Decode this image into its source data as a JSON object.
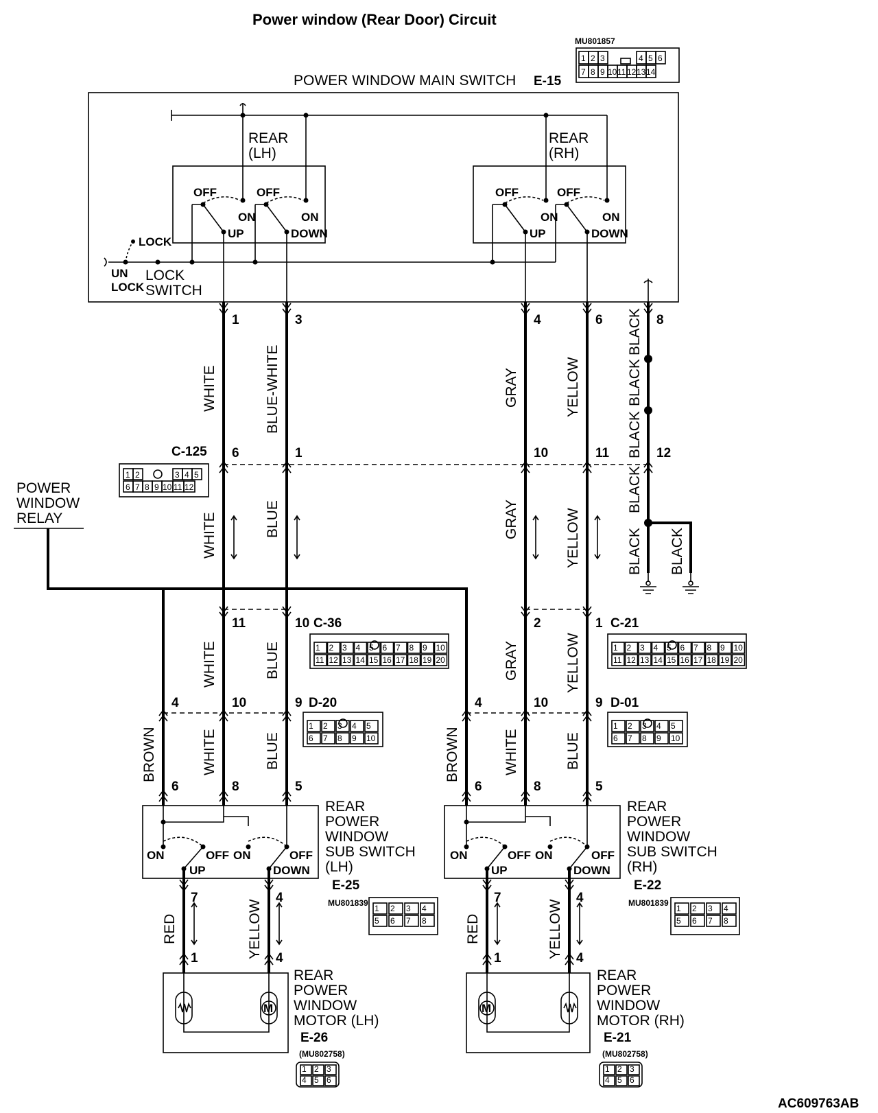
{
  "title": "Power window (Rear Door) Circuit",
  "figure_id": "AC609763AB",
  "main_switch": {
    "label": "POWER WINDOW MAIN SWITCH",
    "code": "E-15",
    "part_no": "MU801857",
    "rear_lh": "REAR",
    "rear_lh_side": "(LH)",
    "rear_rh": "REAR",
    "rear_rh_side": "(RH)",
    "off": "OFF",
    "on": "ON",
    "up": "UP",
    "down": "DOWN",
    "lock": "LOCK",
    "unlock_1": "UN",
    "unlock_2": "LOCK",
    "lock_switch_1": "LOCK",
    "lock_switch_2": "SWITCH",
    "pins": [
      "1",
      "3",
      "4",
      "6",
      "8"
    ],
    "connector_cells": [
      "1",
      "2",
      "3",
      "4",
      "5",
      "6",
      "7",
      "8",
      "9",
      "10",
      "11",
      "12",
      "13",
      "14"
    ]
  },
  "wires_top": {
    "w1": "WHITE",
    "w3": "BLUE-WHITE",
    "w4": "GRAY",
    "w6": "YELLOW",
    "w8a": "BLACK",
    "w8b": "BLACK"
  },
  "c125": {
    "code": "C-125",
    "pins": [
      "6",
      "1",
      "10",
      "11",
      "12"
    ],
    "cells": [
      "1",
      "2",
      "3",
      "4",
      "5",
      "6",
      "7",
      "8",
      "9",
      "10",
      "11",
      "12"
    ]
  },
  "relay": {
    "line1": "POWER",
    "line2": "WINDOW",
    "line3": "RELAY"
  },
  "wires_mid": {
    "white": "WHITE",
    "blue": "BLUE",
    "gray": "GRAY",
    "yellow": "YELLOW",
    "black1": "BLACK",
    "black2": "BLACK",
    "black3": "BLACK",
    "black4": "BLACK"
  },
  "c36": {
    "code": "C-36",
    "pins": [
      "11",
      "10"
    ],
    "cells": [
      "1",
      "2",
      "3",
      "4",
      "5",
      "6",
      "7",
      "8",
      "9",
      "10",
      "11",
      "12",
      "13",
      "14",
      "15",
      "16",
      "17",
      "18",
      "19",
      "20"
    ]
  },
  "c21": {
    "code": "C-21",
    "pins": [
      "2",
      "1"
    ],
    "cells": [
      "1",
      "2",
      "3",
      "4",
      "5",
      "6",
      "7",
      "8",
      "9",
      "10",
      "11",
      "12",
      "13",
      "14",
      "15",
      "16",
      "17",
      "18",
      "19",
      "20"
    ]
  },
  "wires_lower": {
    "lh_white": "WHITE",
    "lh_blue": "BLUE",
    "rh_gray": "GRAY",
    "rh_yellow": "YELLOW"
  },
  "d20": {
    "code": "D-20",
    "pins": [
      "4",
      "10",
      "9"
    ],
    "cells": [
      "1",
      "2",
      "3",
      "4",
      "5",
      "6",
      "7",
      "8",
      "9",
      "10"
    ]
  },
  "d01": {
    "code": "D-01",
    "pins": [
      "4",
      "10",
      "9"
    ],
    "cells": [
      "1",
      "2",
      "3",
      "4",
      "5",
      "6",
      "7",
      "8",
      "9",
      "10"
    ]
  },
  "wires_door": {
    "lh_brown": "BROWN",
    "lh_white": "WHITE",
    "lh_blue": "BLUE",
    "rh_brown": "BROWN",
    "rh_white": "WHITE",
    "rh_blue": "BLUE"
  },
  "sub_lh": {
    "line1": "REAR",
    "line2": "POWER",
    "line3": "WINDOW",
    "line4": "SUB SWITCH",
    "line5": "(LH)",
    "code": "E-25",
    "part_no": "MU801839",
    "pins_top": [
      "6",
      "8",
      "5"
    ],
    "pins_bottom": [
      "7",
      "4"
    ],
    "on": "ON",
    "off": "OFF",
    "up": "UP",
    "down": "DOWN",
    "cells": [
      "1",
      "2",
      "3",
      "4",
      "5",
      "6",
      "7",
      "8"
    ]
  },
  "sub_rh": {
    "line1": "REAR",
    "line2": "POWER",
    "line3": "WINDOW",
    "line4": "SUB SWITCH",
    "line5": "(RH)",
    "code": "E-22",
    "part_no": "MU801839",
    "pins_top": [
      "6",
      "8",
      "5"
    ],
    "pins_bottom": [
      "7",
      "4"
    ],
    "on": "ON",
    "off": "OFF",
    "up": "UP",
    "down": "DOWN",
    "cells": [
      "1",
      "2",
      "3",
      "4",
      "5",
      "6",
      "7",
      "8"
    ]
  },
  "motor_wires": {
    "lh_red": "RED",
    "lh_yellow": "YELLOW",
    "rh_red": "RED",
    "rh_yellow": "YELLOW"
  },
  "motor_lh": {
    "line1": "REAR",
    "line2": "POWER",
    "line3": "WINDOW",
    "line4": "MOTOR (LH)",
    "code": "E-26",
    "part_no": "(MU802758)",
    "pins": [
      "1",
      "4"
    ],
    "cells": [
      "1",
      "2",
      "3",
      "4",
      "5",
      "6"
    ]
  },
  "motor_rh": {
    "line1": "REAR",
    "line2": "POWER",
    "line3": "WINDOW",
    "line4": "MOTOR (RH)",
    "code": "E-21",
    "part_no": "(MU802758)",
    "pins": [
      "1",
      "4"
    ],
    "cells": [
      "1",
      "2",
      "3",
      "4",
      "5",
      "6"
    ]
  }
}
